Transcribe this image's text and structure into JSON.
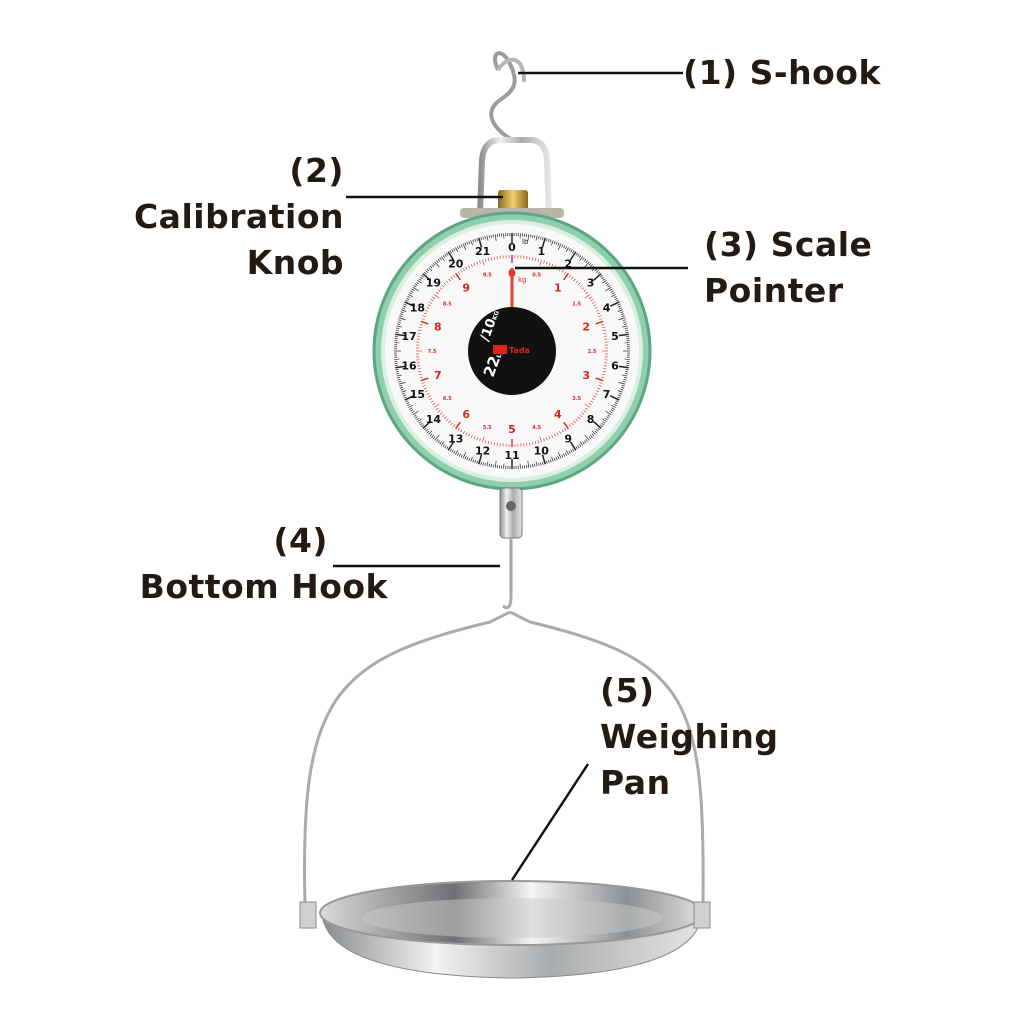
{
  "callouts": [
    {
      "number": "(1)",
      "text": "S-hook"
    },
    {
      "number": "(2)",
      "line1": "Calibration",
      "line2": "Knob"
    },
    {
      "number": "(3)",
      "line1": "Scale",
      "line2": "Pointer"
    },
    {
      "number": "(4)",
      "line2": "Bottom Hook"
    },
    {
      "number": "(5)",
      "line1": "Weighing",
      "line2": "Pan"
    }
  ],
  "dial": {
    "capacity_lb": "22",
    "lb_unit": "LB",
    "capacity_kg": "10",
    "kg_unit": "KG",
    "brand": "Tada",
    "brand_logo": "R.R",
    "lb_label": "lb",
    "kg_label": "kg",
    "lb_max": 22,
    "kg_max": 10,
    "pointer_value_kg": 0
  },
  "colors": {
    "ring": "#7fc4a0",
    "red": "#d8261c",
    "text": "#231a14",
    "brass": "#c9a230"
  }
}
